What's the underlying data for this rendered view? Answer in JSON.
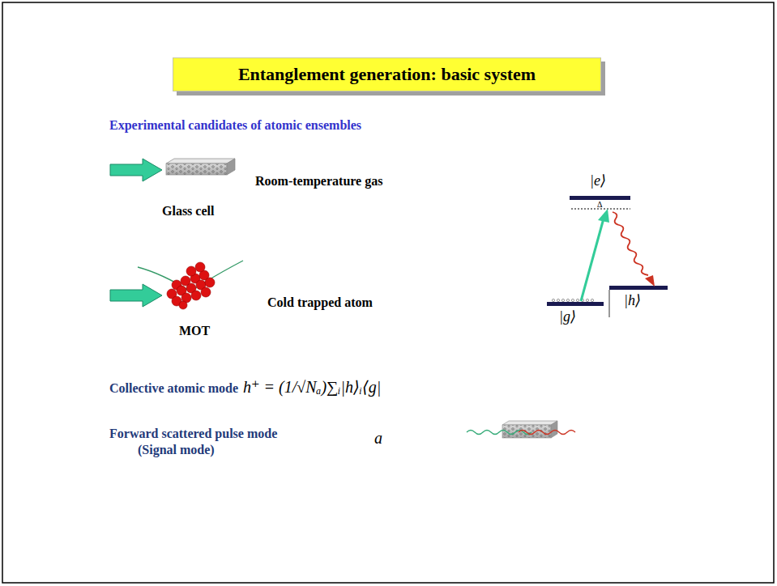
{
  "diagram": {
    "title": "Entanglement generation: basic system",
    "labels": [
      "Experimental candidates of atomic ensembles",
      "Room-temperature gas",
      "Glass cell",
      "Cold trapped atom",
      "MOT",
      "|e⟩",
      "Δ",
      "|g⟩",
      "|h⟩",
      "Collective atomic mode",
      "h⁺ = (1/√Nₐ)∑ᵢ|h⟩ᵢ⟨g|",
      "Forward scattered pulse mode",
      "(Signal mode)",
      "a"
    ]
  }
}
